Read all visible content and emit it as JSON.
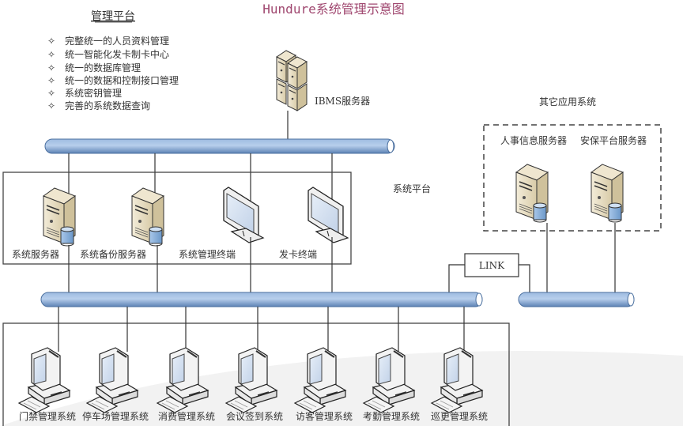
{
  "title": "Hundure系统管理示意图",
  "management_platform": {
    "heading": "管理平台",
    "bullet_icon": "diamond-bullet-icon",
    "items": [
      "完整统一的人员资料管理",
      "统一智能化发卡制卡中心",
      "统一的数据库管理",
      "统一的数据和控制接口管理",
      "系统密钥管理",
      "完善的系统数据查询"
    ]
  },
  "ibms_server": {
    "label": "IBMS服务器",
    "icon": "server-cluster-icon"
  },
  "system_platform": {
    "label": "系统平台",
    "nodes": [
      {
        "label": "系统服务器",
        "icon": "server-database-icon"
      },
      {
        "label": "系统备份服务器",
        "icon": "server-database-icon"
      },
      {
        "label": "系统管理终端",
        "icon": "monitor-icon"
      },
      {
        "label": "发卡终端",
        "icon": "monitor-icon"
      }
    ]
  },
  "other_systems": {
    "label": "其它应用系统",
    "nodes": [
      {
        "label": "人事信息服务器",
        "icon": "server-database-icon"
      },
      {
        "label": "安保平台服务器",
        "icon": "server-database-icon"
      }
    ]
  },
  "link": {
    "label": "LINK"
  },
  "subsystems": [
    {
      "label": "门禁管理系统",
      "icon": "workstation-icon"
    },
    {
      "label": "停车场管理系统",
      "icon": "workstation-icon"
    },
    {
      "label": "消费管理系统",
      "icon": "workstation-icon"
    },
    {
      "label": "会议签到系统",
      "icon": "workstation-icon"
    },
    {
      "label": "访客管理系统",
      "icon": "workstation-icon"
    },
    {
      "label": "考勤管理系统",
      "icon": "workstation-icon"
    },
    {
      "label": "巡更管理系统",
      "icon": "workstation-icon"
    }
  ],
  "colors": {
    "title": "#a04870",
    "bus": "#7fa3d1",
    "bus_dark": "#4a6f9f",
    "db": "#8fb6e0"
  }
}
